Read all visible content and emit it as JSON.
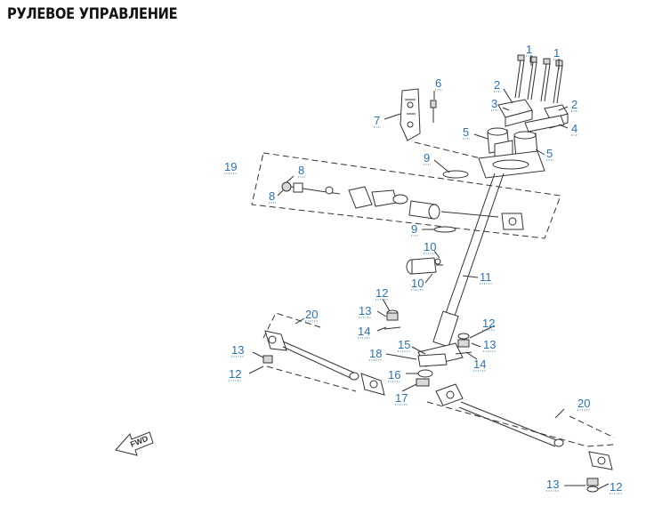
{
  "title": "РУЛЕВОЕ УПРАВЛЕНИЕ",
  "fwd_label": "FWD",
  "colors": {
    "callout": "#2a72b8",
    "line": "#333333",
    "title": "#111111"
  },
  "callouts": [
    {
      "id": "c1a",
      "label": "1"
    },
    {
      "id": "c1b",
      "label": "1"
    },
    {
      "id": "c2a",
      "label": "2"
    },
    {
      "id": "c2b",
      "label": "2"
    },
    {
      "id": "c3",
      "label": "3"
    },
    {
      "id": "c4",
      "label": "4"
    },
    {
      "id": "c5a",
      "label": "5"
    },
    {
      "id": "c5b",
      "label": "5"
    },
    {
      "id": "c6",
      "label": "6"
    },
    {
      "id": "c7",
      "label": "7"
    },
    {
      "id": "c8a",
      "label": "8"
    },
    {
      "id": "c8b",
      "label": "8"
    },
    {
      "id": "c9a",
      "label": "9"
    },
    {
      "id": "c9b",
      "label": "9"
    },
    {
      "id": "c10a",
      "label": "10"
    },
    {
      "id": "c10b",
      "label": "10"
    },
    {
      "id": "c11",
      "label": "11"
    },
    {
      "id": "c12a",
      "label": "12"
    },
    {
      "id": "c12b",
      "label": "12"
    },
    {
      "id": "c12c",
      "label": "12"
    },
    {
      "id": "c12d",
      "label": "12"
    },
    {
      "id": "c13a",
      "label": "13"
    },
    {
      "id": "c13b",
      "label": "13"
    },
    {
      "id": "c13c",
      "label": "13"
    },
    {
      "id": "c13d",
      "label": "13"
    },
    {
      "id": "c14a",
      "label": "14"
    },
    {
      "id": "c14b",
      "label": "14"
    },
    {
      "id": "c15",
      "label": "15"
    },
    {
      "id": "c16",
      "label": "16"
    },
    {
      "id": "c17",
      "label": "17"
    },
    {
      "id": "c18",
      "label": "18"
    },
    {
      "id": "c19",
      "label": "19"
    },
    {
      "id": "c20a",
      "label": "20"
    },
    {
      "id": "c20b",
      "label": "20"
    }
  ]
}
